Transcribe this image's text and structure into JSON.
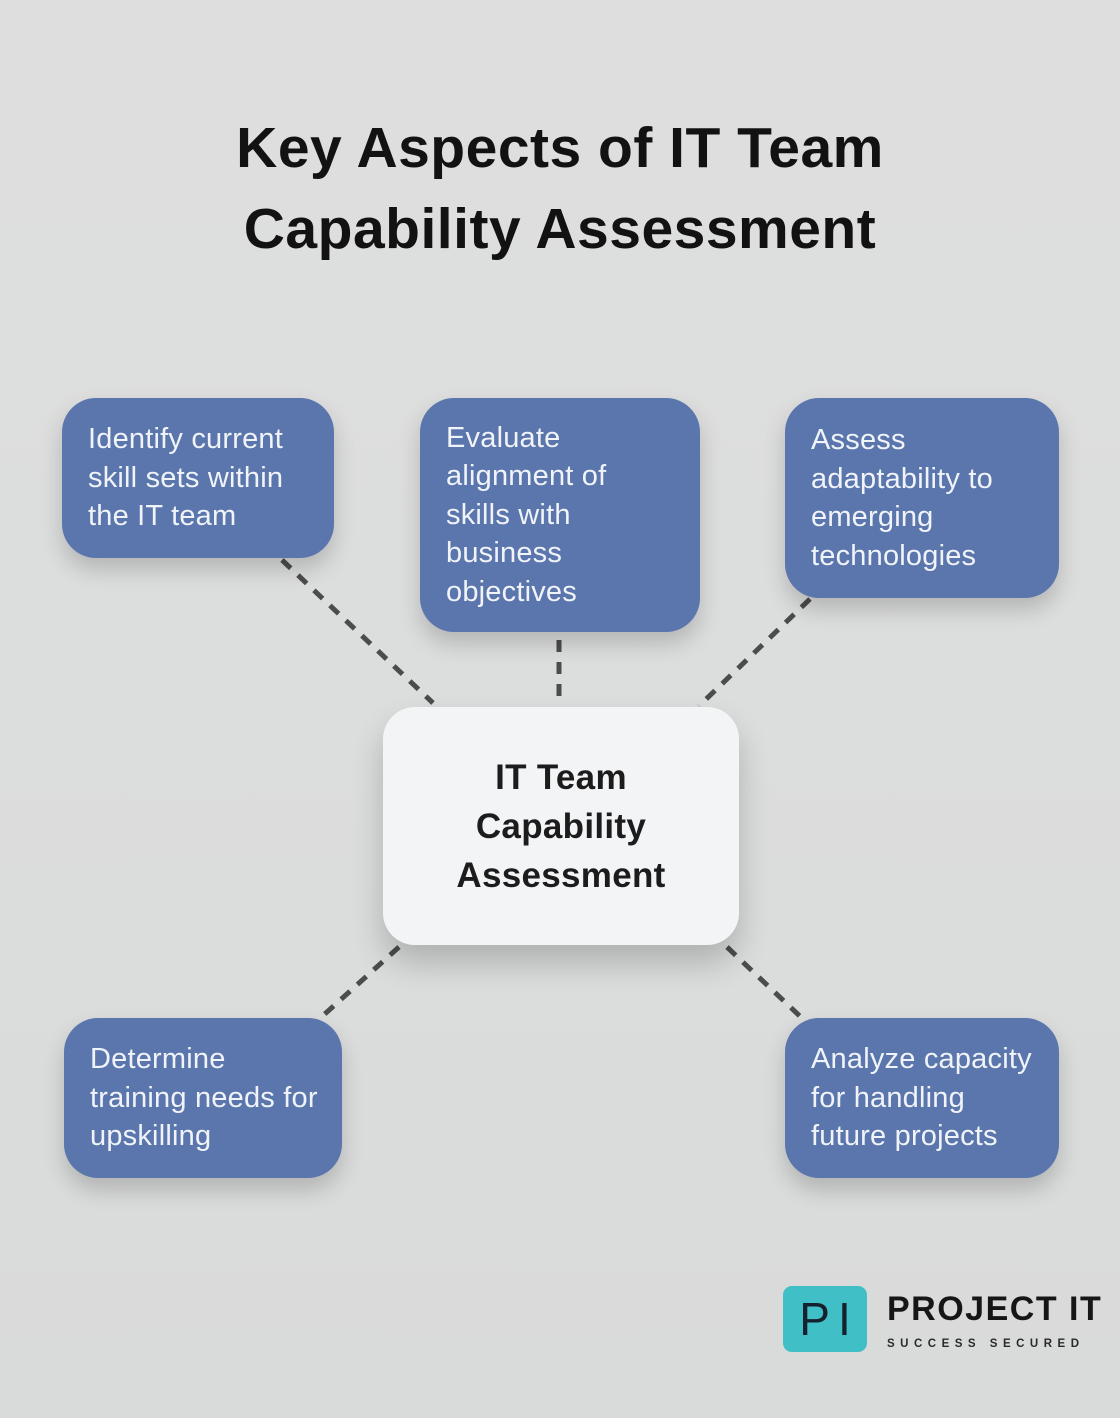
{
  "title_lines": [
    "Key Aspects of IT Team",
    "Capability Assessment"
  ],
  "center_node": {
    "id": "it-team-capability-assessment",
    "lines": [
      "IT Team",
      "Capability",
      "Assessment"
    ]
  },
  "nodes": [
    {
      "id": "identify-current-skills",
      "position": "top-left",
      "lines": [
        "Identify current",
        "skill sets within",
        "the IT team"
      ]
    },
    {
      "id": "evaluate-alignment",
      "position": "top-middle",
      "lines": [
        "Evaluate",
        "alignment of",
        "skills with",
        "business",
        "objectives"
      ]
    },
    {
      "id": "assess-adaptability",
      "position": "top-right",
      "lines": [
        "Assess",
        "adaptability to",
        "emerging",
        "technologies"
      ]
    },
    {
      "id": "determine-training-needs",
      "position": "bottom-left",
      "lines": [
        "Determine",
        "training needs for",
        "upskilling"
      ]
    },
    {
      "id": "analyze-capacity",
      "position": "bottom-right",
      "lines": [
        "Analyze capacity",
        "for handling",
        "future projects"
      ]
    }
  ],
  "connections": [
    {
      "from": "identify-current-skills",
      "to": "it-team-capability-assessment",
      "style": "dashed"
    },
    {
      "from": "evaluate-alignment",
      "to": "it-team-capability-assessment",
      "style": "dashed"
    },
    {
      "from": "assess-adaptability",
      "to": "it-team-capability-assessment",
      "style": "dashed"
    },
    {
      "from": "it-team-capability-assessment",
      "to": "determine-training-needs",
      "style": "dashed"
    },
    {
      "from": "it-team-capability-assessment",
      "to": "analyze-capacity",
      "style": "dashed"
    }
  ],
  "logo": {
    "monogram": "PI",
    "name": "PROJECT IT",
    "tagline": "SUCCESS SECURED"
  },
  "colors": {
    "background": "#dcdddd",
    "node_fill": "#5b76ad",
    "node_text": "#f0f3f8",
    "center_fill": "#f3f4f6",
    "title_text": "#121212",
    "connector": "#4c4c4c",
    "accent_teal": "#40bfc6",
    "logo_dark": "#15222e"
  }
}
